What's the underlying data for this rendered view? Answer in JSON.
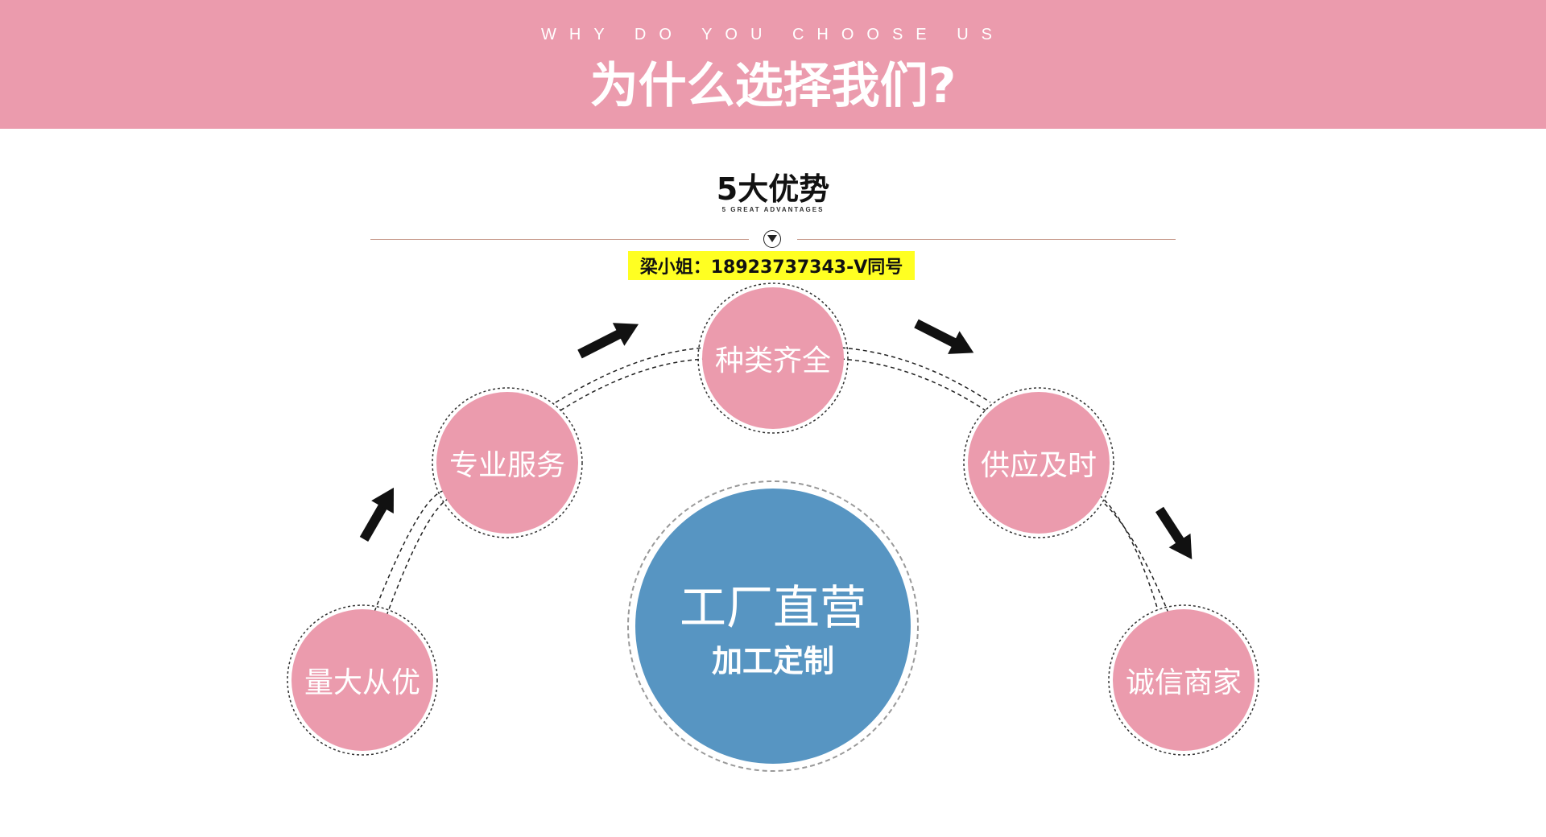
{
  "header": {
    "subtitle": "WHY DO YOU CHOOSE US",
    "title": "为什么选择我们?"
  },
  "section": {
    "title": "5大优势",
    "subtitle": "5 GREAT ADVANTAGES"
  },
  "contact": {
    "text": "梁小姐：18923737343-V同号"
  },
  "advantages": [
    {
      "label": "量大从优"
    },
    {
      "label": "专业服务"
    },
    {
      "label": "种类齐全"
    },
    {
      "label": "供应及时"
    },
    {
      "label": "诚信商家"
    }
  ],
  "center": {
    "title": "工厂直营",
    "subtitle": "加工定制"
  },
  "colors": {
    "banner": "#eb9bad",
    "circle": "#eb9bad",
    "center_circle": "#5795c2",
    "contact_highlight": "#ffff22",
    "arrow": "#111111"
  }
}
